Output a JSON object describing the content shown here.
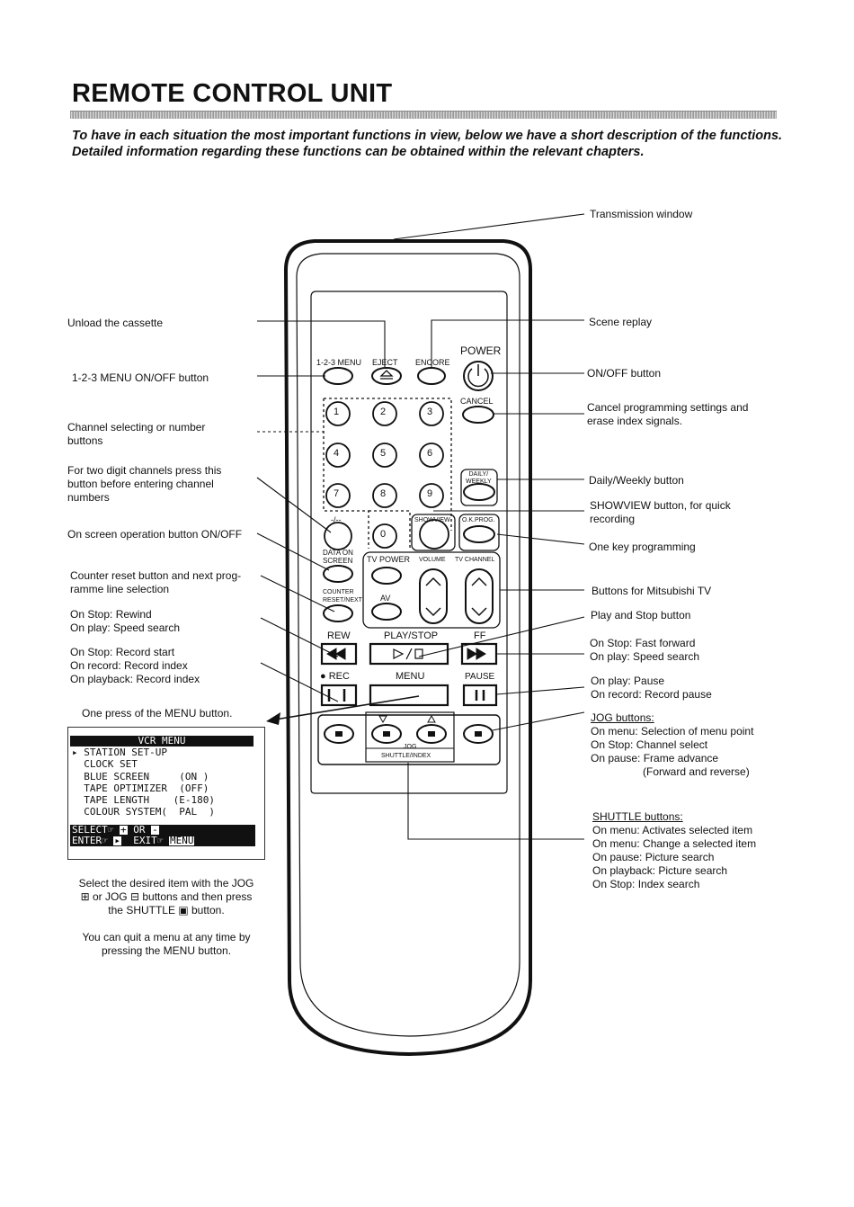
{
  "header": {
    "title": "REMOTE CONTROL UNIT",
    "intro": "To have in each situation the most important functions in view, below we have  a short description of the functions. Detailed information regarding these functions can be obtained within the relevant chapters."
  },
  "left_labels": {
    "unload": "Unload the cassette",
    "menu123": "1-2-3 MENU ON/OFF button",
    "channel": [
      "Channel selecting or number",
      "buttons"
    ],
    "twodigit": [
      "For two digit channels press this",
      "button before entering channel",
      "numbers"
    ],
    "onscreen": "On screen operation button ON/OFF",
    "counter": [
      "Counter reset button and next prog-",
      "ramme line selection"
    ],
    "rewind": [
      "On Stop: Rewind",
      "On play: Speed search"
    ],
    "record": [
      "On Stop: Record start",
      "On record: Record index",
      "On playback: Record index"
    ],
    "menu_press": "One press of the MENU button."
  },
  "right_labels": {
    "transmission": "Transmission window",
    "scene": "Scene replay",
    "onoff": "ON/OFF button",
    "cancel": [
      "Cancel programming settings and",
      "erase index signals."
    ],
    "daily": "Daily/Weekly button",
    "showview": [
      "SHOWVIEW button, for quick",
      "recording"
    ],
    "onekey": "One key programming",
    "mitsubishi": "Buttons for Mitsubishi TV",
    "playstop": "Play and Stop button",
    "ff": [
      "On Stop: Fast forward",
      "On play: Speed search"
    ],
    "pause": [
      "On play: Pause",
      "On record: Record pause"
    ],
    "jog_title": "JOG buttons:",
    "jog": [
      "On menu: Selection of menu point",
      "On Stop: Channel select",
      "On pause: Frame advance",
      "(Forward and  reverse)"
    ],
    "shuttle_title": "SHUTTLE buttons:",
    "shuttle": [
      "On menu: Activates selected item",
      "On menu: Change a selected item",
      "On pause: Picture search",
      "On playback: Picture search",
      "On Stop: Index search"
    ]
  },
  "remote": {
    "menu123": "1-2-3 MENU",
    "eject": "EJECT",
    "encore": "ENCORE",
    "power": "POWER",
    "cancel": "CANCEL",
    "digits": [
      "1",
      "2",
      "3",
      "4",
      "5",
      "6",
      "7",
      "8",
      "9",
      "0"
    ],
    "dash": "-/--",
    "daily": [
      "DAILY/",
      "WEEKLY"
    ],
    "showview": "SHOWVIEW",
    "okprog": "O.K.PROG.",
    "data_on_screen": [
      "DATA ON",
      "SCREEN"
    ],
    "tv_power": "TV POWER",
    "volume": "VOLUME",
    "tv_channel": "TV CHANNEL",
    "counter_reset": [
      "COUNTER",
      "RESET/NEXT"
    ],
    "av": "AV",
    "rew": "REW",
    "play_stop": "PLAY/STOP",
    "ff": "FF",
    "rec": "● REC",
    "menu": "MENU",
    "pause": "PAUSE",
    "jog": "JOG",
    "shuttle_index": "SHUTTLE/INDEX"
  },
  "osd": {
    "header": "VCR MENU",
    "rows": [
      "▸ STATION SET-UP",
      "  CLOCK SET",
      "  BLUE SCREEN     (ON )",
      "  TAPE OPTIMIZER  (OFF)",
      "  TAPE LENGTH    (E-180)",
      "  COLOUR SYSTEM(  PAL  )"
    ],
    "bar1_a": "SELECT☞ ",
    "bar1_b": "+",
    "bar1_c": " OR ",
    "bar1_d": "-",
    "bar2_a": "ENTER☞ ",
    "bar2_b": "▸",
    "bar2_c": "  EXIT☞ ",
    "bar2_d": "MENU"
  },
  "menu_note": {
    "line1": "Select the desired item with the JOG",
    "line2": "⊞ or JOG ⊟ buttons and then press",
    "line3": "the SHUTTLE ▣ button.",
    "line4": "You can quit a menu at any time by",
    "line5": "pressing the MENU button."
  }
}
